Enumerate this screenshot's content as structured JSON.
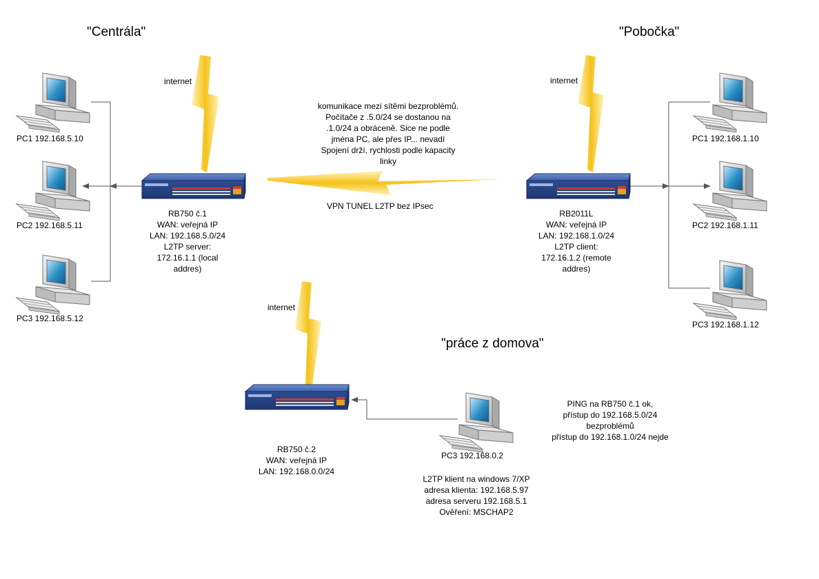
{
  "titles": {
    "central": "\"Centrála\"",
    "branch": "\"Pobočka\"",
    "home": "\"práce z domova\""
  },
  "internet_label": "internet",
  "tunnel": {
    "note_lines": [
      "komunikace mezi sítěmi bezproblémů.",
      "Počítače z .5.0/24 se dostanou na",
      ".1.0/24 a obráceně. Sice ne podle",
      "jména PC, ale přes IP... nevadí",
      "Spojení drží, rychlosti podle kapacity",
      "linky"
    ],
    "label": "VPN TUNEL L2TP bez IPsec"
  },
  "central": {
    "pcs": [
      "PC1 192.168.5.10",
      "PC2 192.168.5.11",
      "PC3 192.168.5.12"
    ],
    "router_lines": [
      "RB750 č.1",
      "WAN: veřejná IP",
      "LAN: 192.168.5.0/24",
      "L2TP server:",
      "172.16.1.1 (local",
      "addres)"
    ]
  },
  "branch": {
    "pcs": [
      "PC1 192.168.1.10",
      "PC2 192.168.1.11",
      "PC3 192.168.1.12"
    ],
    "router_lines": [
      "RB2011L",
      "WAN: veřejná IP",
      "LAN: 192.168.1.0/24",
      "L2TP client:",
      "172.16.1.2 (remote",
      "addres)"
    ]
  },
  "home": {
    "router_lines": [
      "RB750 č.2",
      "WAN: veřejná IP",
      "LAN: 192.168.0.0/24"
    ],
    "pc": "PC3 192.168.0.2",
    "client_lines": [
      "L2TP klient na windows 7/XP",
      "adresa klienta: 192.168.5.97",
      "adresa serveru 192.168.5.1",
      "Ověření: MSCHAP2"
    ],
    "status_lines": [
      "PING na RB750 č.1 ok,",
      "přístup do 192.168.5.0/24",
      "bezproblémů",
      "přístup do 192.168.1.0/24 nejde"
    ]
  },
  "colors": {
    "lightning": "#f5c21b",
    "router_body": "#2a4a8c",
    "monitor_screen": "#2b8fc4",
    "line": "#555555"
  },
  "icons": {
    "pc": "desktop-computer-icon",
    "router": "router-icon",
    "link": "lightning-bolt-icon"
  }
}
